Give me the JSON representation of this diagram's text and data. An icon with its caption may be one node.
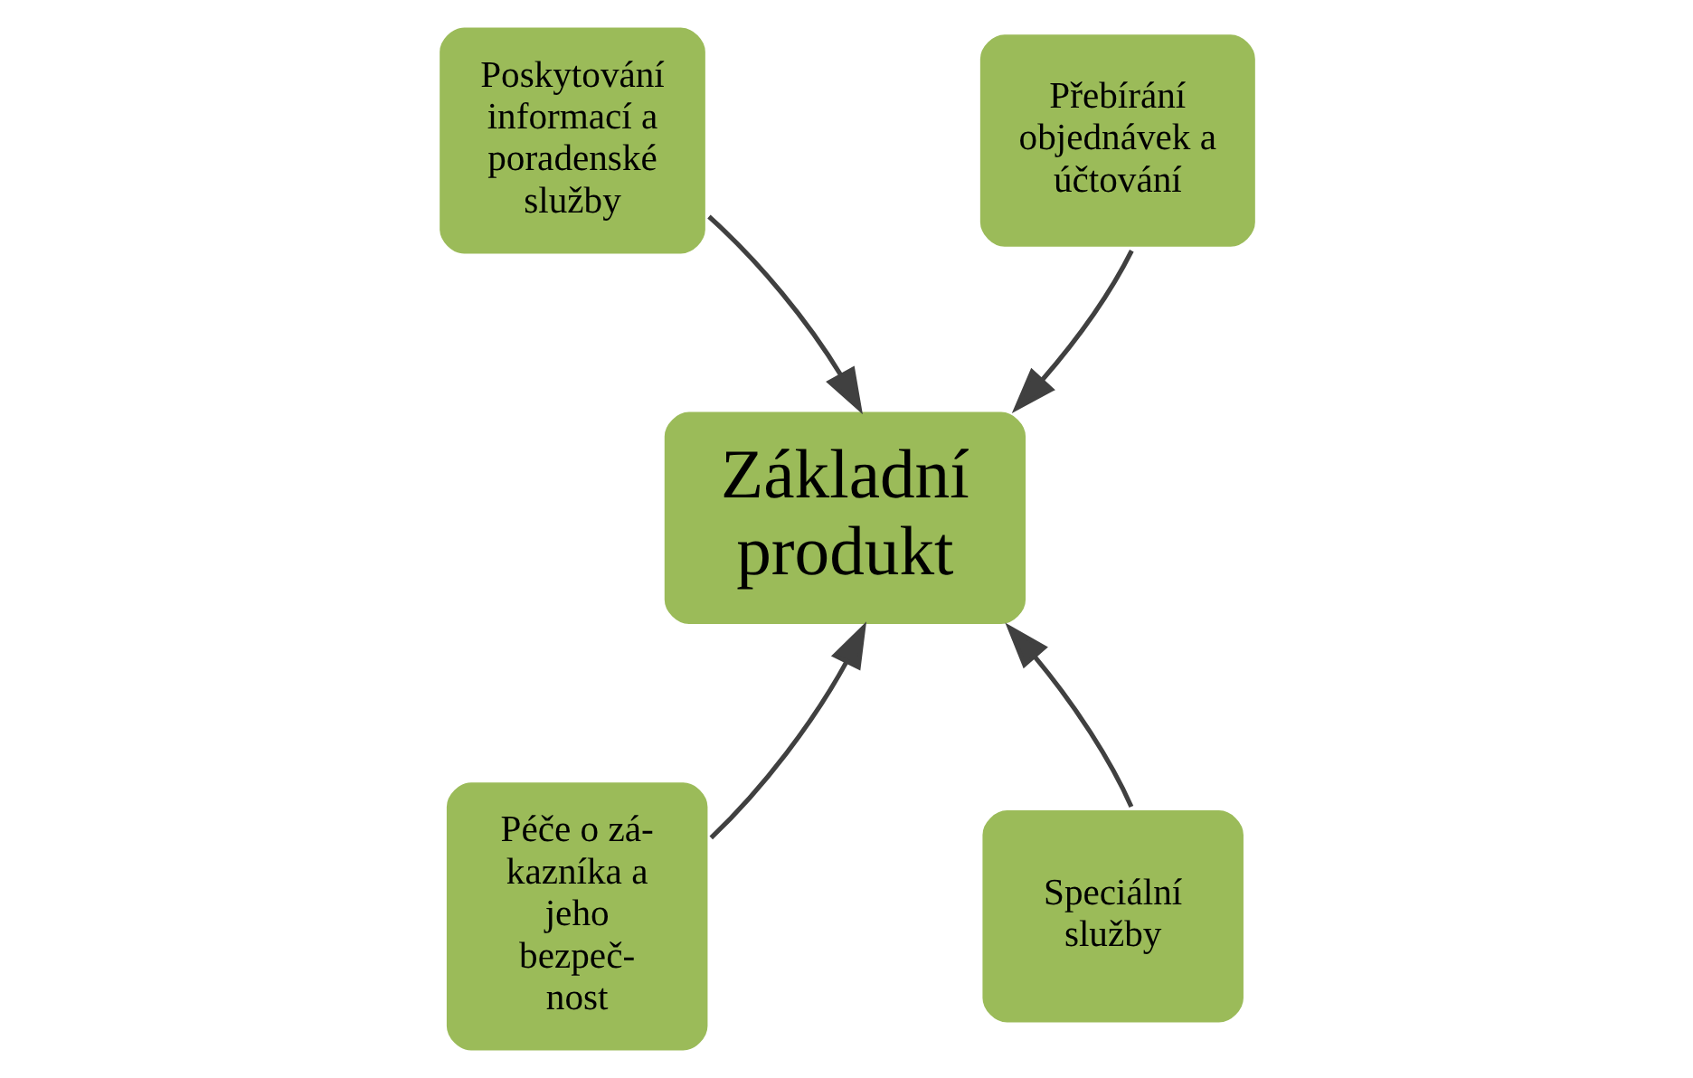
{
  "diagram": {
    "nodes": [
      {
        "text": [
          "Poskytování informací a poradenské služby"
        ]
      },
      {
        "text": [
          "Přebírání objednávek a účtování"
        ]
      },
      {
        "text": [
          "Základní produkt"
        ]
      },
      {
        "text": [
          "Péče o zá- kazníka a jeho bezpeč- nost"
        ]
      },
      {
        "text": [
          "Speciální služby"
        ]
      }
    ],
    "edges": [
      {
        "from": 0,
        "to": 2,
        "arrow": "to"
      },
      {
        "from": 1,
        "to": 2,
        "arrow": "to"
      },
      {
        "from": 3,
        "to": 2,
        "arrow": "to"
      },
      {
        "from": 4,
        "to": 2,
        "arrow": "to"
      }
    ]
  }
}
